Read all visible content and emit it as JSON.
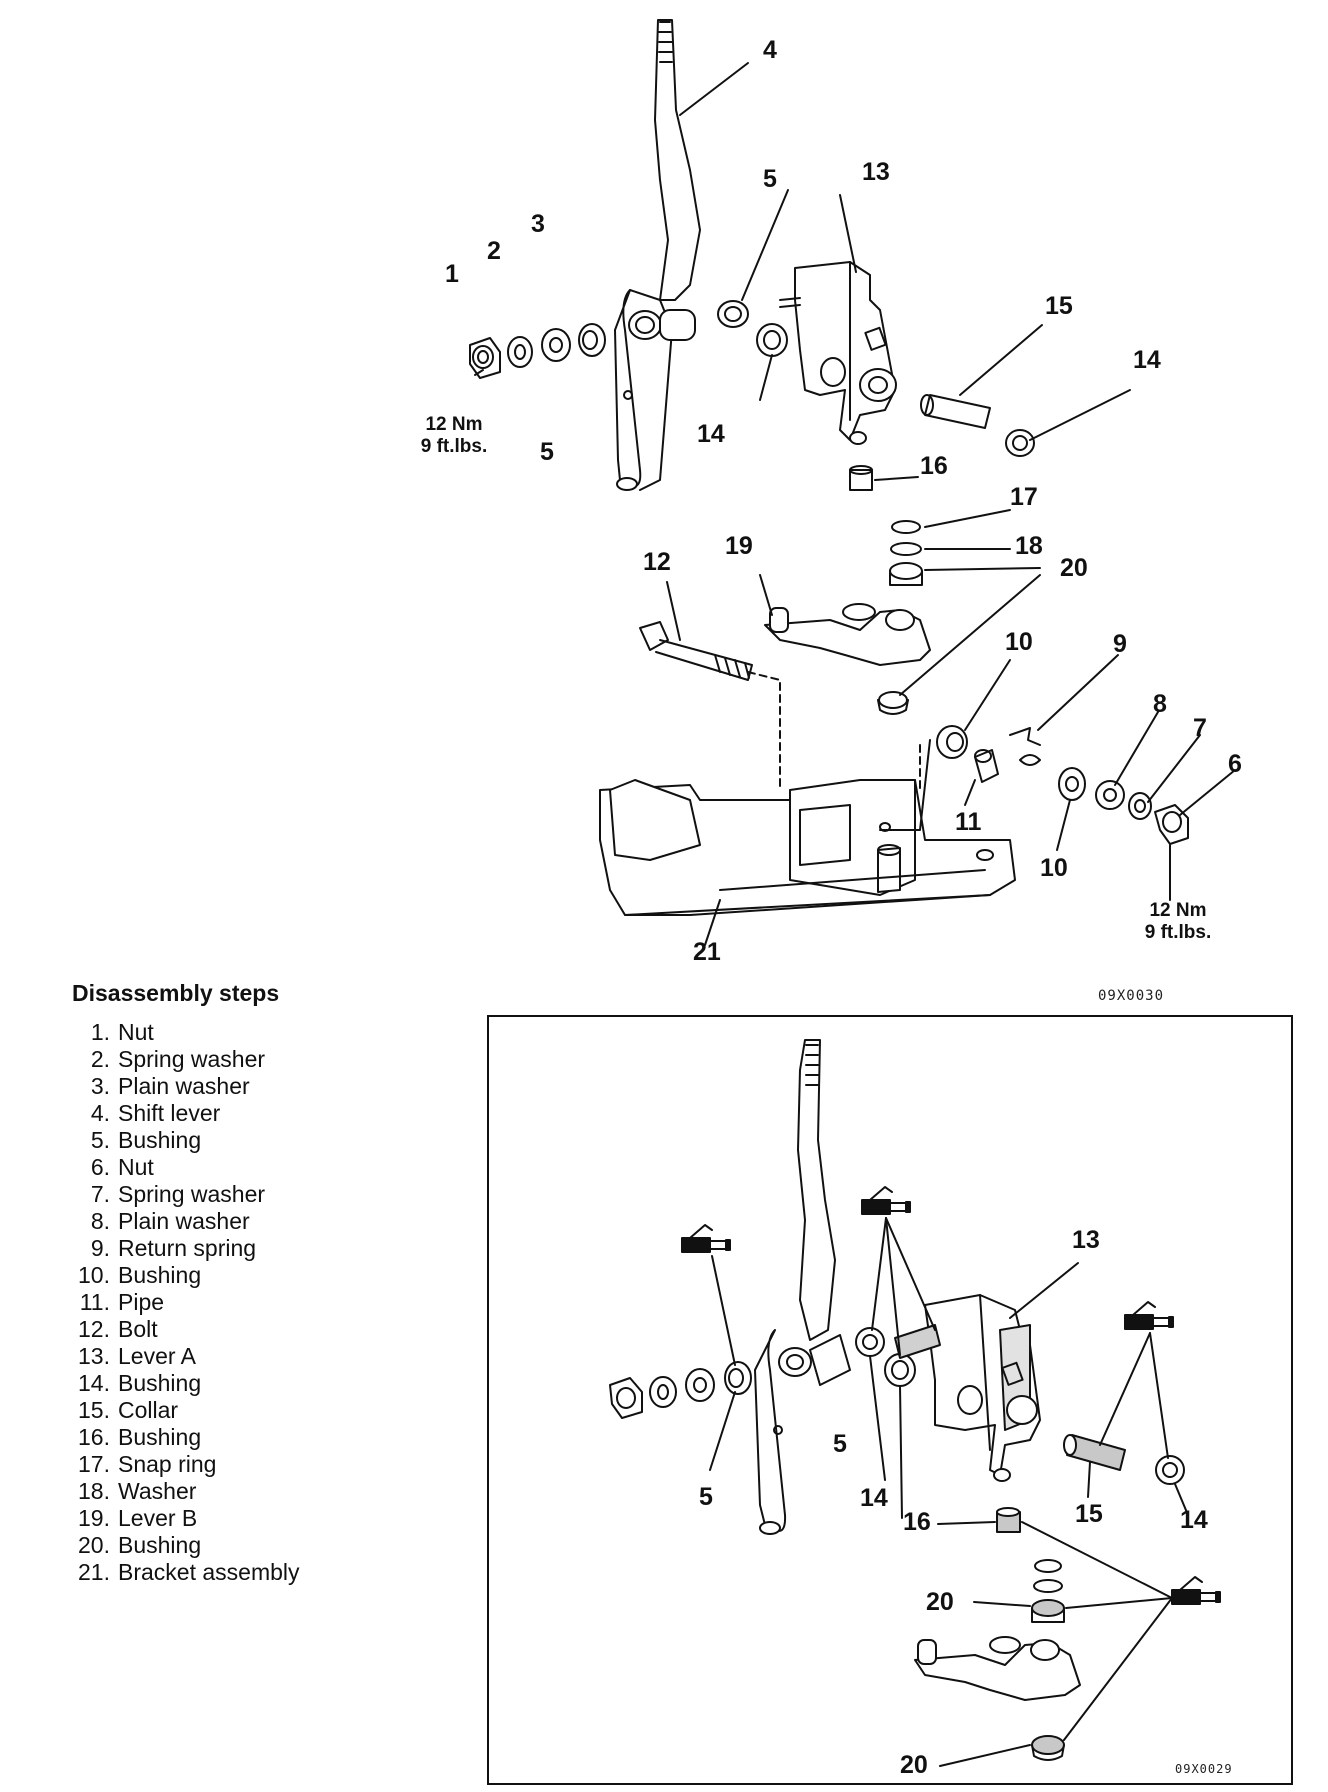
{
  "top_diagram": {
    "callouts": [
      {
        "id": "c4",
        "text": "4"
      },
      {
        "id": "c5a",
        "text": "5"
      },
      {
        "id": "c13a",
        "text": "13"
      },
      {
        "id": "c3",
        "text": "3"
      },
      {
        "id": "c2",
        "text": "2"
      },
      {
        "id": "c1",
        "text": "1"
      },
      {
        "id": "c15a",
        "text": "15"
      },
      {
        "id": "c14a",
        "text": "14"
      },
      {
        "id": "c14b",
        "text": "14"
      },
      {
        "id": "c5b",
        "text": "5"
      },
      {
        "id": "c16a",
        "text": "16"
      },
      {
        "id": "c17",
        "text": "17"
      },
      {
        "id": "c18",
        "text": "18"
      },
      {
        "id": "c19",
        "text": "19"
      },
      {
        "id": "c12",
        "text": "12"
      },
      {
        "id": "c20a",
        "text": "20"
      },
      {
        "id": "c10a",
        "text": "10"
      },
      {
        "id": "c9",
        "text": "9"
      },
      {
        "id": "c8",
        "text": "8"
      },
      {
        "id": "c7",
        "text": "7"
      },
      {
        "id": "c6",
        "text": "6"
      },
      {
        "id": "c11",
        "text": "11"
      },
      {
        "id": "c10b",
        "text": "10"
      },
      {
        "id": "c21",
        "text": "21"
      }
    ],
    "torque_left": {
      "line1": "12 Nm",
      "line2": "9 ft.lbs."
    },
    "torque_right": {
      "line1": "12 Nm",
      "line2": "9 ft.lbs."
    },
    "figure_code": "09X0030"
  },
  "steps": {
    "heading": "Disassembly steps",
    "items": [
      {
        "num": "1.",
        "label": "Nut"
      },
      {
        "num": "2.",
        "label": "Spring washer"
      },
      {
        "num": "3.",
        "label": "Plain washer"
      },
      {
        "num": "4.",
        "label": "Shift lever"
      },
      {
        "num": "5.",
        "label": "Bushing"
      },
      {
        "num": "6.",
        "label": "Nut"
      },
      {
        "num": "7.",
        "label": "Spring washer"
      },
      {
        "num": "8.",
        "label": "Plain washer"
      },
      {
        "num": "9.",
        "label": "Return spring"
      },
      {
        "num": "10.",
        "label": "Bushing"
      },
      {
        "num": "11.",
        "label": "Pipe"
      },
      {
        "num": "12.",
        "label": "Bolt"
      },
      {
        "num": "13.",
        "label": "Lever A"
      },
      {
        "num": "14.",
        "label": "Bushing"
      },
      {
        "num": "15.",
        "label": "Collar"
      },
      {
        "num": "16.",
        "label": "Bushing"
      },
      {
        "num": "17.",
        "label": "Snap ring"
      },
      {
        "num": "18.",
        "label": "Washer"
      },
      {
        "num": "19.",
        "label": "Lever B"
      },
      {
        "num": "20.",
        "label": "Bushing"
      },
      {
        "num": "21.",
        "label": "Bracket assembly"
      }
    ]
  },
  "inset_diagram": {
    "callouts": [
      {
        "id": "i13",
        "text": "13"
      },
      {
        "id": "i5a",
        "text": "5"
      },
      {
        "id": "i14a",
        "text": "14"
      },
      {
        "id": "i5b",
        "text": "5"
      },
      {
        "id": "i15",
        "text": "15"
      },
      {
        "id": "i14b",
        "text": "14"
      },
      {
        "id": "i16",
        "text": "16"
      },
      {
        "id": "i20a",
        "text": "20"
      },
      {
        "id": "i20b",
        "text": "20"
      }
    ],
    "figure_code": "09X0029"
  },
  "colors": {
    "ink": "#111111",
    "paper": "#ffffff",
    "shade": "#bdbdbd"
  }
}
